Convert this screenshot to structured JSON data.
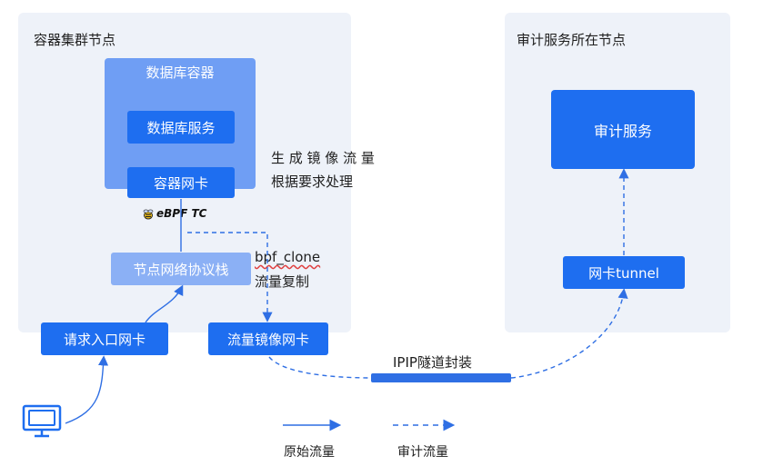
{
  "colors": {
    "panel_bg": "#eef2f9",
    "container_box": "#6f9ef4",
    "primary_blue": "#1e6ef0",
    "light_blue": "#8bb0f5",
    "line": "#2f6fe4"
  },
  "left_panel": {
    "title": "容器集群节点",
    "db_container": "数据库容器",
    "db_service": "数据库服务",
    "container_nic": "容器网卡",
    "ebpf_label": "eBPF TC",
    "node_stack": "节点网络协议栈",
    "ingress_nic": "请求入口网卡",
    "mirror_nic": "流量镜像网卡"
  },
  "right_panel": {
    "title": "审计服务所在节点",
    "audit_service": "审计服务",
    "nic_tunnel": "网卡tunnel"
  },
  "notes": {
    "mirror_line1": "生 成 镜 像 流 量",
    "mirror_line2": "根据要求处理",
    "clone_line1": "bpf_clone",
    "clone_line2": "流量复制"
  },
  "tunnel_label": "IPIP隧道封装",
  "legend": {
    "original": "原始流量",
    "audit": "审计流量"
  },
  "icons": {
    "computer": "monitor-icon",
    "ebpf": "bee-icon"
  }
}
